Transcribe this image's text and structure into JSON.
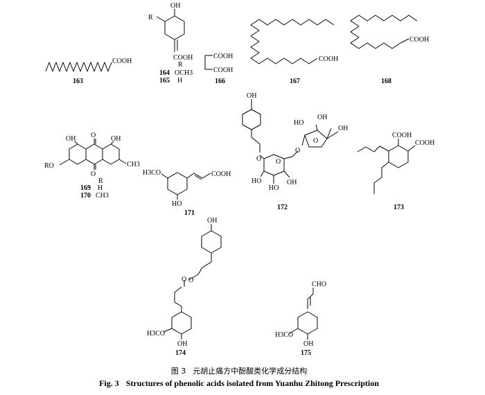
{
  "figure": {
    "caption_cn_label": "图 3",
    "caption_cn_text": "元胡止痛方中酚酸类化学成分结构",
    "caption_en_label": "Fig. 3",
    "caption_en_text": "Structures of phenolic acids isolated from Yuanhu Zhitong Prescription"
  },
  "compounds": [
    {
      "id": "163"
    },
    {
      "id": "164",
      "r": "OCH3"
    },
    {
      "id": "165",
      "r": "H"
    },
    {
      "id": "166"
    },
    {
      "id": "167"
    },
    {
      "id": "168"
    },
    {
      "id": "169",
      "r": "H"
    },
    {
      "id": "170",
      "r": "CH3"
    },
    {
      "id": "171"
    },
    {
      "id": "172"
    },
    {
      "id": "173"
    },
    {
      "id": "174"
    },
    {
      "id": "175"
    }
  ],
  "labels": {
    "cooh": "COOH",
    "oh": "OH",
    "ho": "HO",
    "cho": "CHO",
    "o": "O",
    "r": "R",
    "ro": "RO",
    "h3co": "H3CO",
    "ch3": "CH3",
    "och3": "OCH3"
  }
}
